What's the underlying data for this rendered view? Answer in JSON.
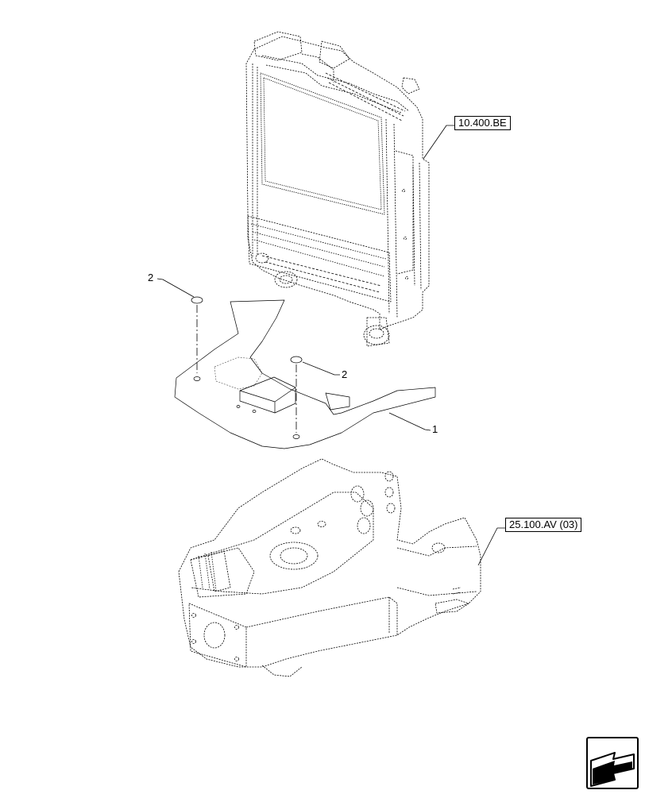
{
  "references": {
    "radiator": "10.400.BE",
    "frame": "25.100.AV (03)"
  },
  "callouts": {
    "part_1": "1",
    "part_2_left": "2",
    "part_2_right": "2"
  },
  "navigation": {
    "icon": "next-page-arrow-icon"
  }
}
